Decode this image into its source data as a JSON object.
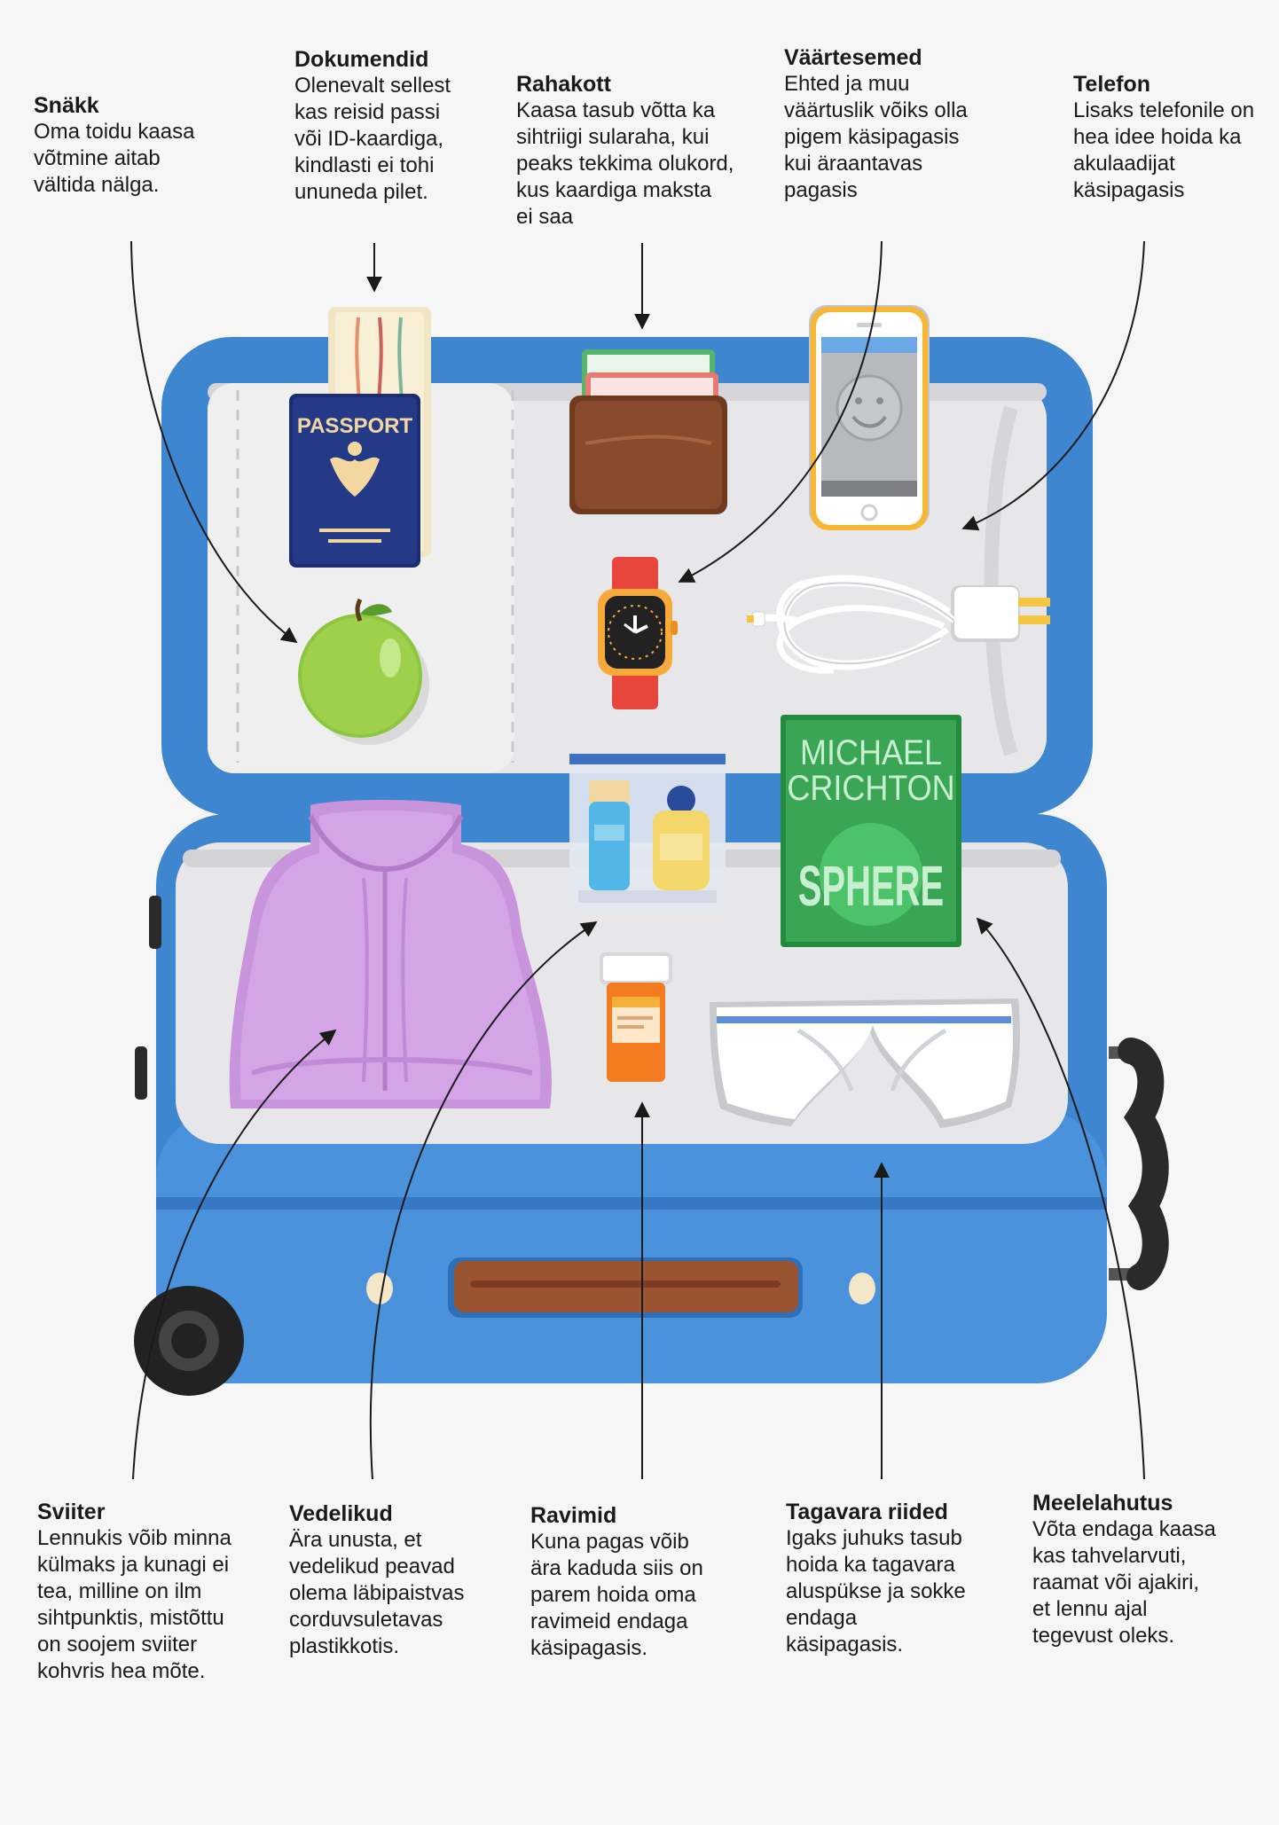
{
  "labels": {
    "snakk": {
      "title": "Snäkk",
      "text": "Oma toidu kaasa\nvõtmine aitab\nvältida nälga."
    },
    "dokumendid": {
      "title": "Dokumendid",
      "text": "Olenevalt sellest\nkas reisid passi\nvõi ID-kaardiga,\nkindlasti ei tohi\nununeda pilet."
    },
    "rahakott": {
      "title": "Rahakott",
      "text": "Kaasa tasub võtta ka\nsihtriigi sularaha, kui\npeaks tekkima olukord,\nkus kaardiga maksta\nei saa"
    },
    "vaartesemed": {
      "title": "Väärtesemed",
      "text": "Ehted ja muu\nväärtuslik võiks olla\npigem käsipagasis\nkui äraantavas\npagasis"
    },
    "telefon": {
      "title": "Telefon",
      "text": "Lisaks telefonile on\nhea idee hoida ka\nakulaadijat\nkäsipagasis"
    },
    "sviiter": {
      "title": "Sviiter",
      "text": "Lennukis võib minna\nkülmaks ja kunagi ei\ntea, milline on ilm\nsihtpunktis, mistõttu\non soojem sviiter\nkohvris hea mõte."
    },
    "vedelikud": {
      "title": "Vedelikud",
      "text": "Ära unusta, et\nvedelikud peavad\nolema läbipaistvas\ncorduvsuletavas\nplastikkotis."
    },
    "ravimid": {
      "title": "Ravimid",
      "text": "Kuna pagas võib\nära kaduda siis on\nparem hoida oma\nravimeid endaga\nkäsipagasis."
    },
    "tagavara": {
      "title": "Tagavara riided",
      "text": "Igaks juhuks tasub\nhoida ka tagavara\naluspükse ja sokke\nendaga\nkäsipagasis."
    },
    "meelelahutus": {
      "title": "Meelelahutus",
      "text": "Võta endaga kaasa\nkas tahvelarvuti,\nraamat või ajakiri,\net lennu ajal\ntegevust oleks."
    }
  },
  "items": {
    "passport_text": "PASSPORT",
    "book_author_1": "MICHAEL",
    "book_author_2": "CRICHTON",
    "book_title": "SPHERE"
  },
  "colors": {
    "suitcase": "#3f86d0",
    "suitcase_dark": "#2f6fb8",
    "lining": "#e6e6e8",
    "passport": "#243a86",
    "wallet": "#8a4b2c",
    "phone_frame": "#f7b733",
    "book": "#3aa655",
    "sweater": "#d3a5e6",
    "pill_bottle": "#f47b20",
    "apple": "#8cc63f"
  }
}
